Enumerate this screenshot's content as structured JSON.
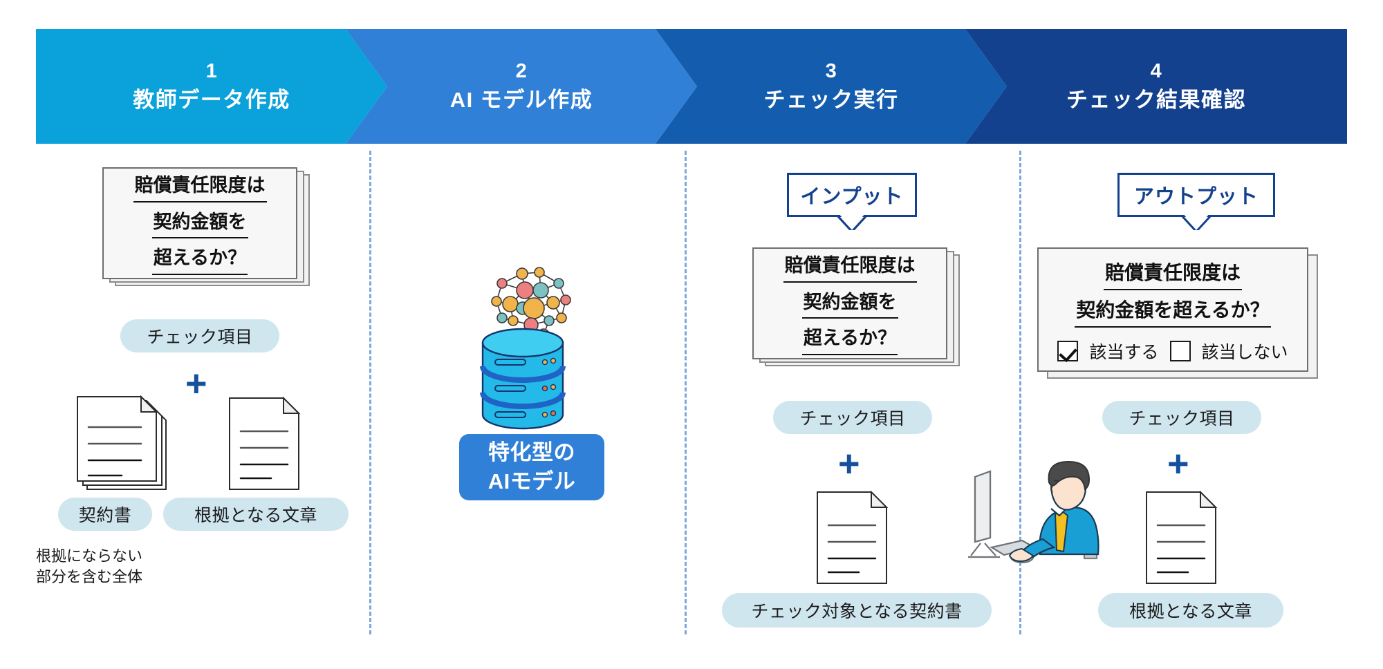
{
  "header": {
    "steps": [
      {
        "num": "1",
        "label": "教師データ作成",
        "color": "#0ba1db"
      },
      {
        "num": "2",
        "label": "AI モデル作成",
        "color": "#3180d8"
      },
      {
        "num": "3",
        "label": "チェック実行",
        "color": "#145cae"
      },
      {
        "num": "4",
        "label": "チェック結果確認",
        "color": "#13418e"
      }
    ]
  },
  "col1": {
    "question": {
      "line1": "賠償責任限度は",
      "line2": "契約金額を",
      "line3": "超えるか？"
    },
    "chip_check_item": "チェック項目",
    "plus": "+",
    "chip_contract": "契約書",
    "chip_evidence": "根拠となる文章",
    "caption": "根拠にならない\n部分を含む全体",
    "icon_doc_stack": "document-stack-icon",
    "icon_doc_single": "document-icon"
  },
  "col2": {
    "icon_ai_database": "ai-database-icon",
    "model_label_line1": "特化型の",
    "model_label_line2": "AIモデル"
  },
  "col3": {
    "callout": "インプット",
    "question": {
      "line1": "賠償責任限度は",
      "line2": "契約金額を",
      "line3": "超えるか？"
    },
    "chip_check_item": "チェック項目",
    "plus": "+",
    "chip_target_contract": "チェック対象となる契約書",
    "icon_doc_single": "document-icon",
    "icon_person_pc": "person-at-computer-icon"
  },
  "col4": {
    "callout": "アウトプット",
    "question": {
      "line1": "賠償責任限度は",
      "line2": "契約金額を超えるか？"
    },
    "checkbox_yes": {
      "label": "該当する",
      "checked": true
    },
    "checkbox_no": {
      "label": "該当しない",
      "checked": false
    },
    "chip_check_item": "チェック項目",
    "plus": "+",
    "chip_evidence": "根拠となる文章",
    "icon_doc_single": "document-icon"
  },
  "colors": {
    "step1": "#0ba1db",
    "step2": "#3180d8",
    "step3": "#145cae",
    "step4": "#13418e",
    "chip_bg": "#cfe6ef",
    "plus": "#15509c",
    "divider": "#7ba7dd"
  }
}
